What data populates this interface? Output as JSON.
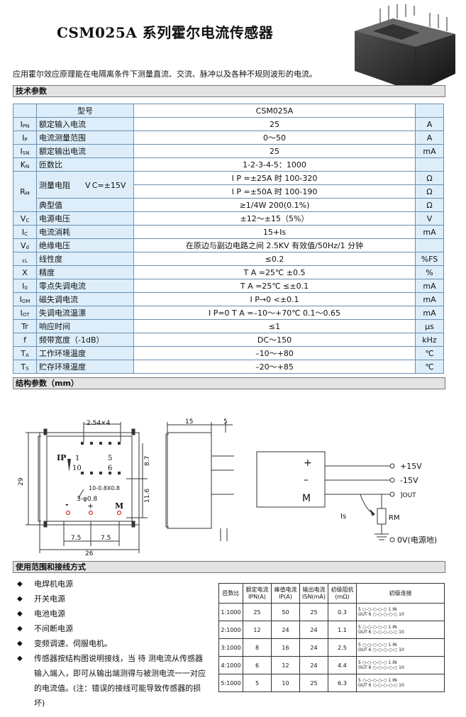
{
  "title": "CSM025A 系列霍尔电流传感器",
  "intro": "应用霍尔效应原理能在电隔离条件下测量直流、交流、脉冲以及各种不规则波形的电流。",
  "sections": {
    "tech": "技术参数",
    "struct": "结构参数（mm）",
    "usage": "使用范围和接线方式"
  },
  "spec": {
    "header_type": "型号",
    "header_model": "CSM025A",
    "rows": [
      {
        "sym": "I",
        "sub": "PN",
        "name": "额定输入电流",
        "val": "25",
        "unit": "A"
      },
      {
        "sym": "I",
        "sub": "P",
        "name": "电流测量范围",
        "val": "0～50",
        "unit": "A"
      },
      {
        "sym": "I",
        "sub": "SN",
        "name": "额定输出电流",
        "val": "25",
        "unit": "mA"
      },
      {
        "sym": "K",
        "sub": "N",
        "name": "匝数比",
        "val": "1-2-3-4-5：1000",
        "unit": ""
      }
    ],
    "rm": {
      "sym": "R",
      "sub": "M",
      "name": "测量电阻",
      "cond": "V C=±15V",
      "v1": "I P =±25A 时   100-320",
      "v2": "I P =±50A 时   100-190",
      "unit": "Ω",
      "typ_name": "典型值",
      "typ_val": "≥1/4W                    200(0.1%)"
    },
    "rows2": [
      {
        "sym": "V",
        "sub": "C",
        "name": "电源电压",
        "val": "±12～±15（5%）",
        "unit": "V"
      },
      {
        "sym": "I",
        "sub": "C",
        "name": "电流消耗",
        "val": "15+Is",
        "unit": "mA"
      },
      {
        "sym": "V",
        "sub": "d",
        "name": "绝缘电压",
        "val": "在原边与副边电路之间 2.5KV 有效值/50Hz/1 分钟",
        "unit": ""
      },
      {
        "sym": "",
        "sub": "εL",
        "name": "线性度",
        "val": "≤0.2",
        "unit": "%FS"
      },
      {
        "sym": "X",
        "sub": "",
        "name": "精度",
        "val": "T A =25℃                    ±0.5",
        "unit": "%"
      },
      {
        "sym": "I",
        "sub": "0",
        "name": "零点失调电流",
        "val": "T A =25℃                    ≤±0.1",
        "unit": "mA"
      },
      {
        "sym": "I",
        "sub": "OM",
        "name": "磁失调电流",
        "val": "I P→0                         <±0.1",
        "unit": "mA"
      },
      {
        "sym": "I",
        "sub": "OT",
        "name": "失调电流温漂",
        "val": "I P=0    T A =–10～+70℃     0.1～0.65",
        "unit": "mA"
      },
      {
        "sym": "Tr",
        "sub": "",
        "name": "响应时间",
        "val": "≤1",
        "unit": "μs"
      },
      {
        "sym": "f",
        "sub": "",
        "name": "频带宽度（-1dB）",
        "val": "DC～150",
        "unit": "kHz"
      },
      {
        "sym": "T",
        "sub": "A",
        "name": "工作环境温度",
        "val": "–10～+80",
        "unit": "℃"
      },
      {
        "sym": "T",
        "sub": "S",
        "name": "贮存环境温度",
        "val": "–20～+85",
        "unit": "℃"
      }
    ]
  },
  "drawing": {
    "pitch": "2.54×4",
    "ip": "IP",
    "p1": "1",
    "p5": "5",
    "p10": "10",
    "p6": "6",
    "d87": "8.7",
    "d116": "11.6",
    "d29": "29",
    "d75a": "7.5",
    "d75b": "7.5",
    "d26": "26",
    "pinspec": "10-0.8X0.8",
    "holes": "3-φ0.8",
    "minus": "-",
    "plus": "+",
    "m": "M",
    "side15": "15",
    "side5": "5",
    "c_plus": "+",
    "c_minus": "–",
    "c_m": "M",
    "v15p": "+15V",
    "v15n": "-15V",
    "out": "]OUT",
    "is": "Is",
    "rm": "RM",
    "gnd": "0V(电源地)"
  },
  "usage": [
    "电焊机电源",
    "开关电源",
    "电池电源",
    "不间断电源",
    "变频调速、伺服电机。",
    "传感器按结构图说明接线，当 待 测电流从传感器输入端入，即可从输出端测得与被测电流一一对应的电流值。(注：错误的接线可能导致传感器的损坏)"
  ],
  "wiring": {
    "headers": [
      "匝数比",
      "额定电流 IPN(A)",
      "峰值电流 IP(A)",
      "输出电流 ISN(mA)",
      "初级阻抗 (mΩ)",
      "初级连接"
    ],
    "rows": [
      [
        "1:1000",
        "25",
        "50",
        "25",
        "0.3"
      ],
      [
        "2:1000",
        "12",
        "24",
        "24",
        "1.1"
      ],
      [
        "3:1000",
        "8",
        "16",
        "24",
        "2.5"
      ],
      [
        "4:1000",
        "6",
        "12",
        "24",
        "4.4"
      ],
      [
        "5:1000",
        "5",
        "10",
        "25",
        "6.3"
      ]
    ],
    "conn_in": "5 ○-○-○-○-○ 1 IN",
    "conn_out": "OUT 6 ○-○-○-○-○ 10"
  }
}
